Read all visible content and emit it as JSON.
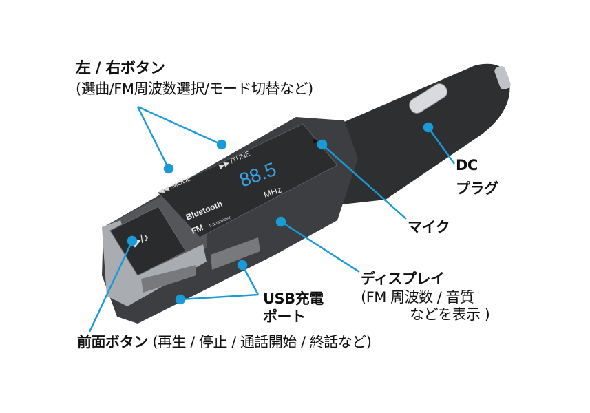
{
  "labels": {
    "lr_buttons": {
      "title": "左 / 右ボタン",
      "desc": "(選曲/FM周波数選択/モード切替など)"
    },
    "dc_plug": {
      "line1": "DC",
      "line2": "プラグ"
    },
    "mic": "マイク",
    "display": {
      "line1": "ディスプレイ",
      "line2": "(FM 周波数 / 音質",
      "line3": "などを表示 )"
    },
    "usb": {
      "line1": "USB充電",
      "line2": "ポート"
    },
    "front_button": {
      "title": "前面ボタン",
      "desc": "(再生 / 停止 / 通話開始 / 終話など)"
    }
  },
  "device": {
    "mode_label": "◀◀ /MODE",
    "tune_label": "▶▶ /TUNE",
    "frequency": "88.5",
    "unit": "MHz",
    "brand1": "Bluetooth",
    "brand2": "FM",
    "brand3": "transmitter",
    "play_symbol": "▶/♪"
  },
  "colors": {
    "leader": "#1a9ad6",
    "display_digits": "#3aa0e0",
    "body": "#3a3b3d"
  }
}
